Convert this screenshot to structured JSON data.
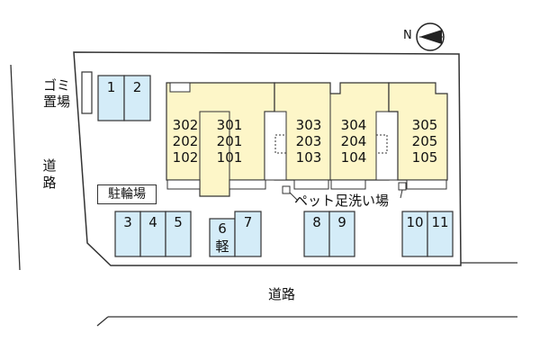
{
  "compass": {
    "label": "N",
    "icon": "north-arrow-icon"
  },
  "colors": {
    "building": "#fdf6c8",
    "parking": "#d4ecf8",
    "outline": "#333333"
  },
  "labels": {
    "garbage_line1": "ゴミ",
    "garbage_line2": "置場",
    "road_left_line1": "道",
    "road_left_line2": "路",
    "road_bottom": "道路",
    "bicycle": "駐輪場",
    "pet_wash": "ペット足洗い場"
  },
  "buildings": [
    {
      "name": "building-1",
      "units": [
        [
          "302",
          "202",
          "102"
        ],
        [
          "301",
          "201",
          "101"
        ]
      ]
    },
    {
      "name": "building-2",
      "units": [
        [
          "303",
          "203",
          "103"
        ],
        [
          "304",
          "204",
          "104"
        ]
      ]
    },
    {
      "name": "building-3",
      "units": [
        [
          "305",
          "205",
          "105"
        ]
      ]
    }
  ],
  "parking": {
    "top": [
      "1",
      "2"
    ],
    "bottom_left": [
      "3",
      "4",
      "5"
    ],
    "kei": {
      "number": "6",
      "note": "軽"
    },
    "bottom_7": "7",
    "bottom_mid": [
      "8",
      "9"
    ],
    "bottom_right": [
      "10",
      "11"
    ]
  }
}
